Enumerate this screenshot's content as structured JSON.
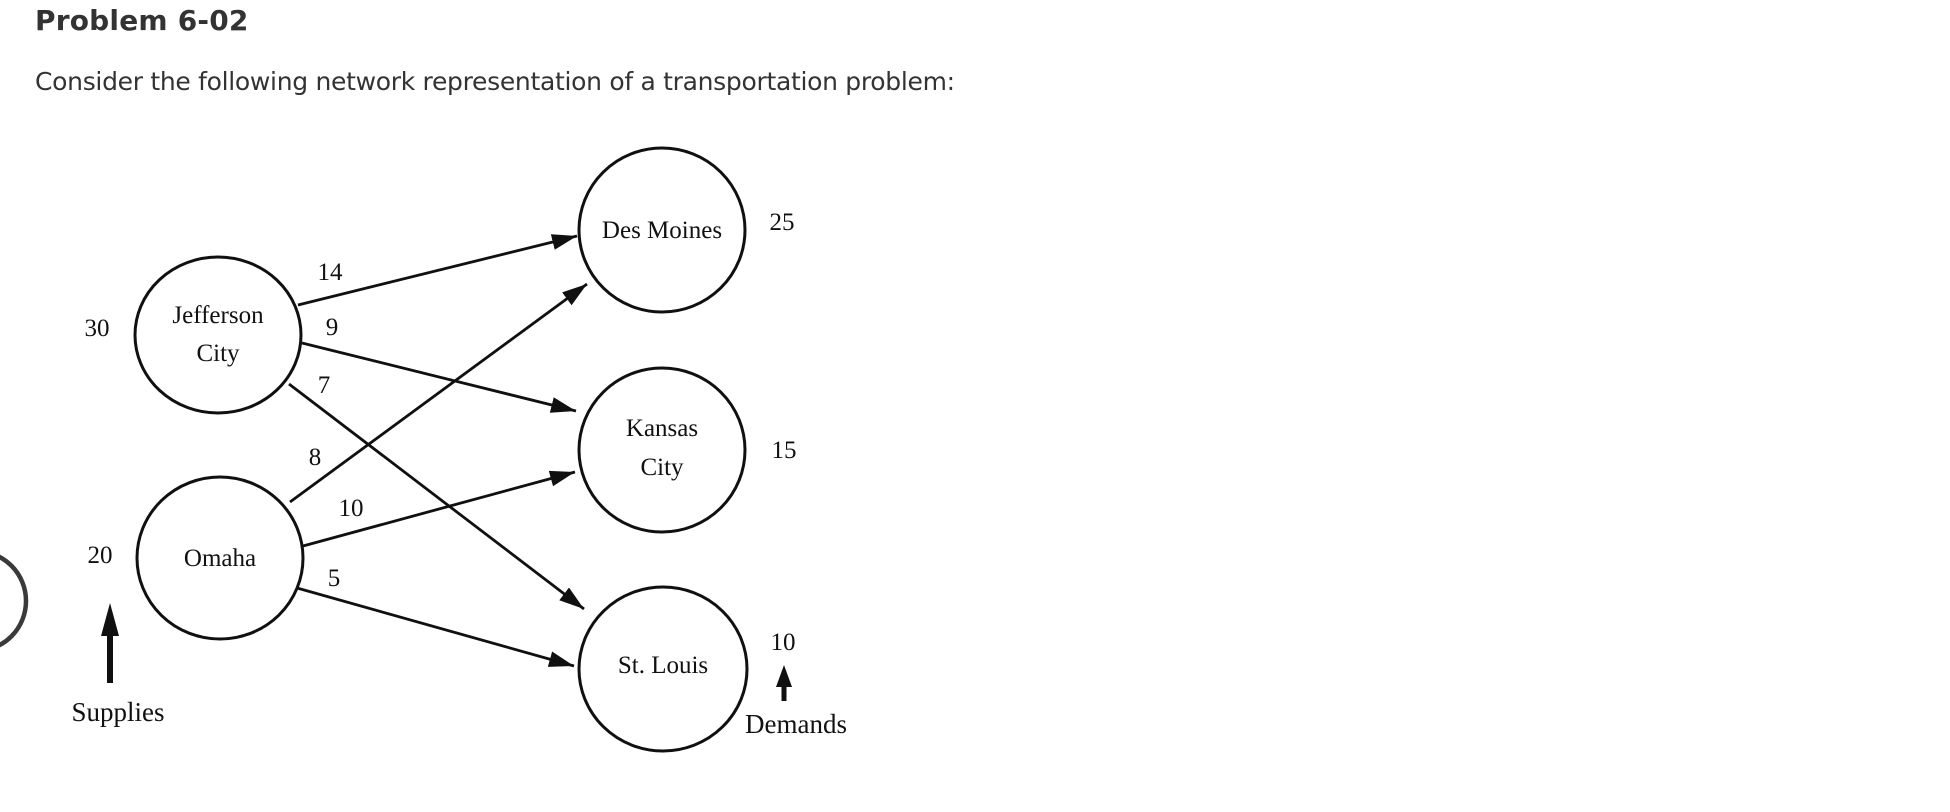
{
  "page": {
    "title": "Problem 6-02",
    "intro": "Consider the following network representation of a transportation problem:"
  },
  "network": {
    "type": "transportation-network",
    "axis_labels": {
      "supplies": "Supplies",
      "demands": "Demands"
    },
    "supply_nodes": [
      {
        "name": "Jefferson City",
        "label_line1": "Jefferson",
        "label_line2": "City",
        "supply": "30"
      },
      {
        "name": "Omaha",
        "label_line1": "Omaha",
        "supply": "20"
      }
    ],
    "demand_nodes": [
      {
        "name": "Des Moines",
        "label_line1": "Des Moines",
        "demand": "25"
      },
      {
        "name": "Kansas City",
        "label_line1": "Kansas",
        "label_line2": "City",
        "demand": "15"
      },
      {
        "name": "St. Louis",
        "label_line1": "St. Louis",
        "demand": "10"
      }
    ],
    "arcs": [
      {
        "from": "Jefferson City",
        "to": "Des Moines",
        "cost": "14"
      },
      {
        "from": "Jefferson City",
        "to": "Kansas City",
        "cost": "9"
      },
      {
        "from": "Jefferson City",
        "to": "St. Louis",
        "cost": "7"
      },
      {
        "from": "Omaha",
        "to": "Des Moines",
        "cost": "8"
      },
      {
        "from": "Omaha",
        "to": "Kansas City",
        "cost": "10"
      },
      {
        "from": "Omaha",
        "to": "St. Louis",
        "cost": "5"
      }
    ]
  }
}
